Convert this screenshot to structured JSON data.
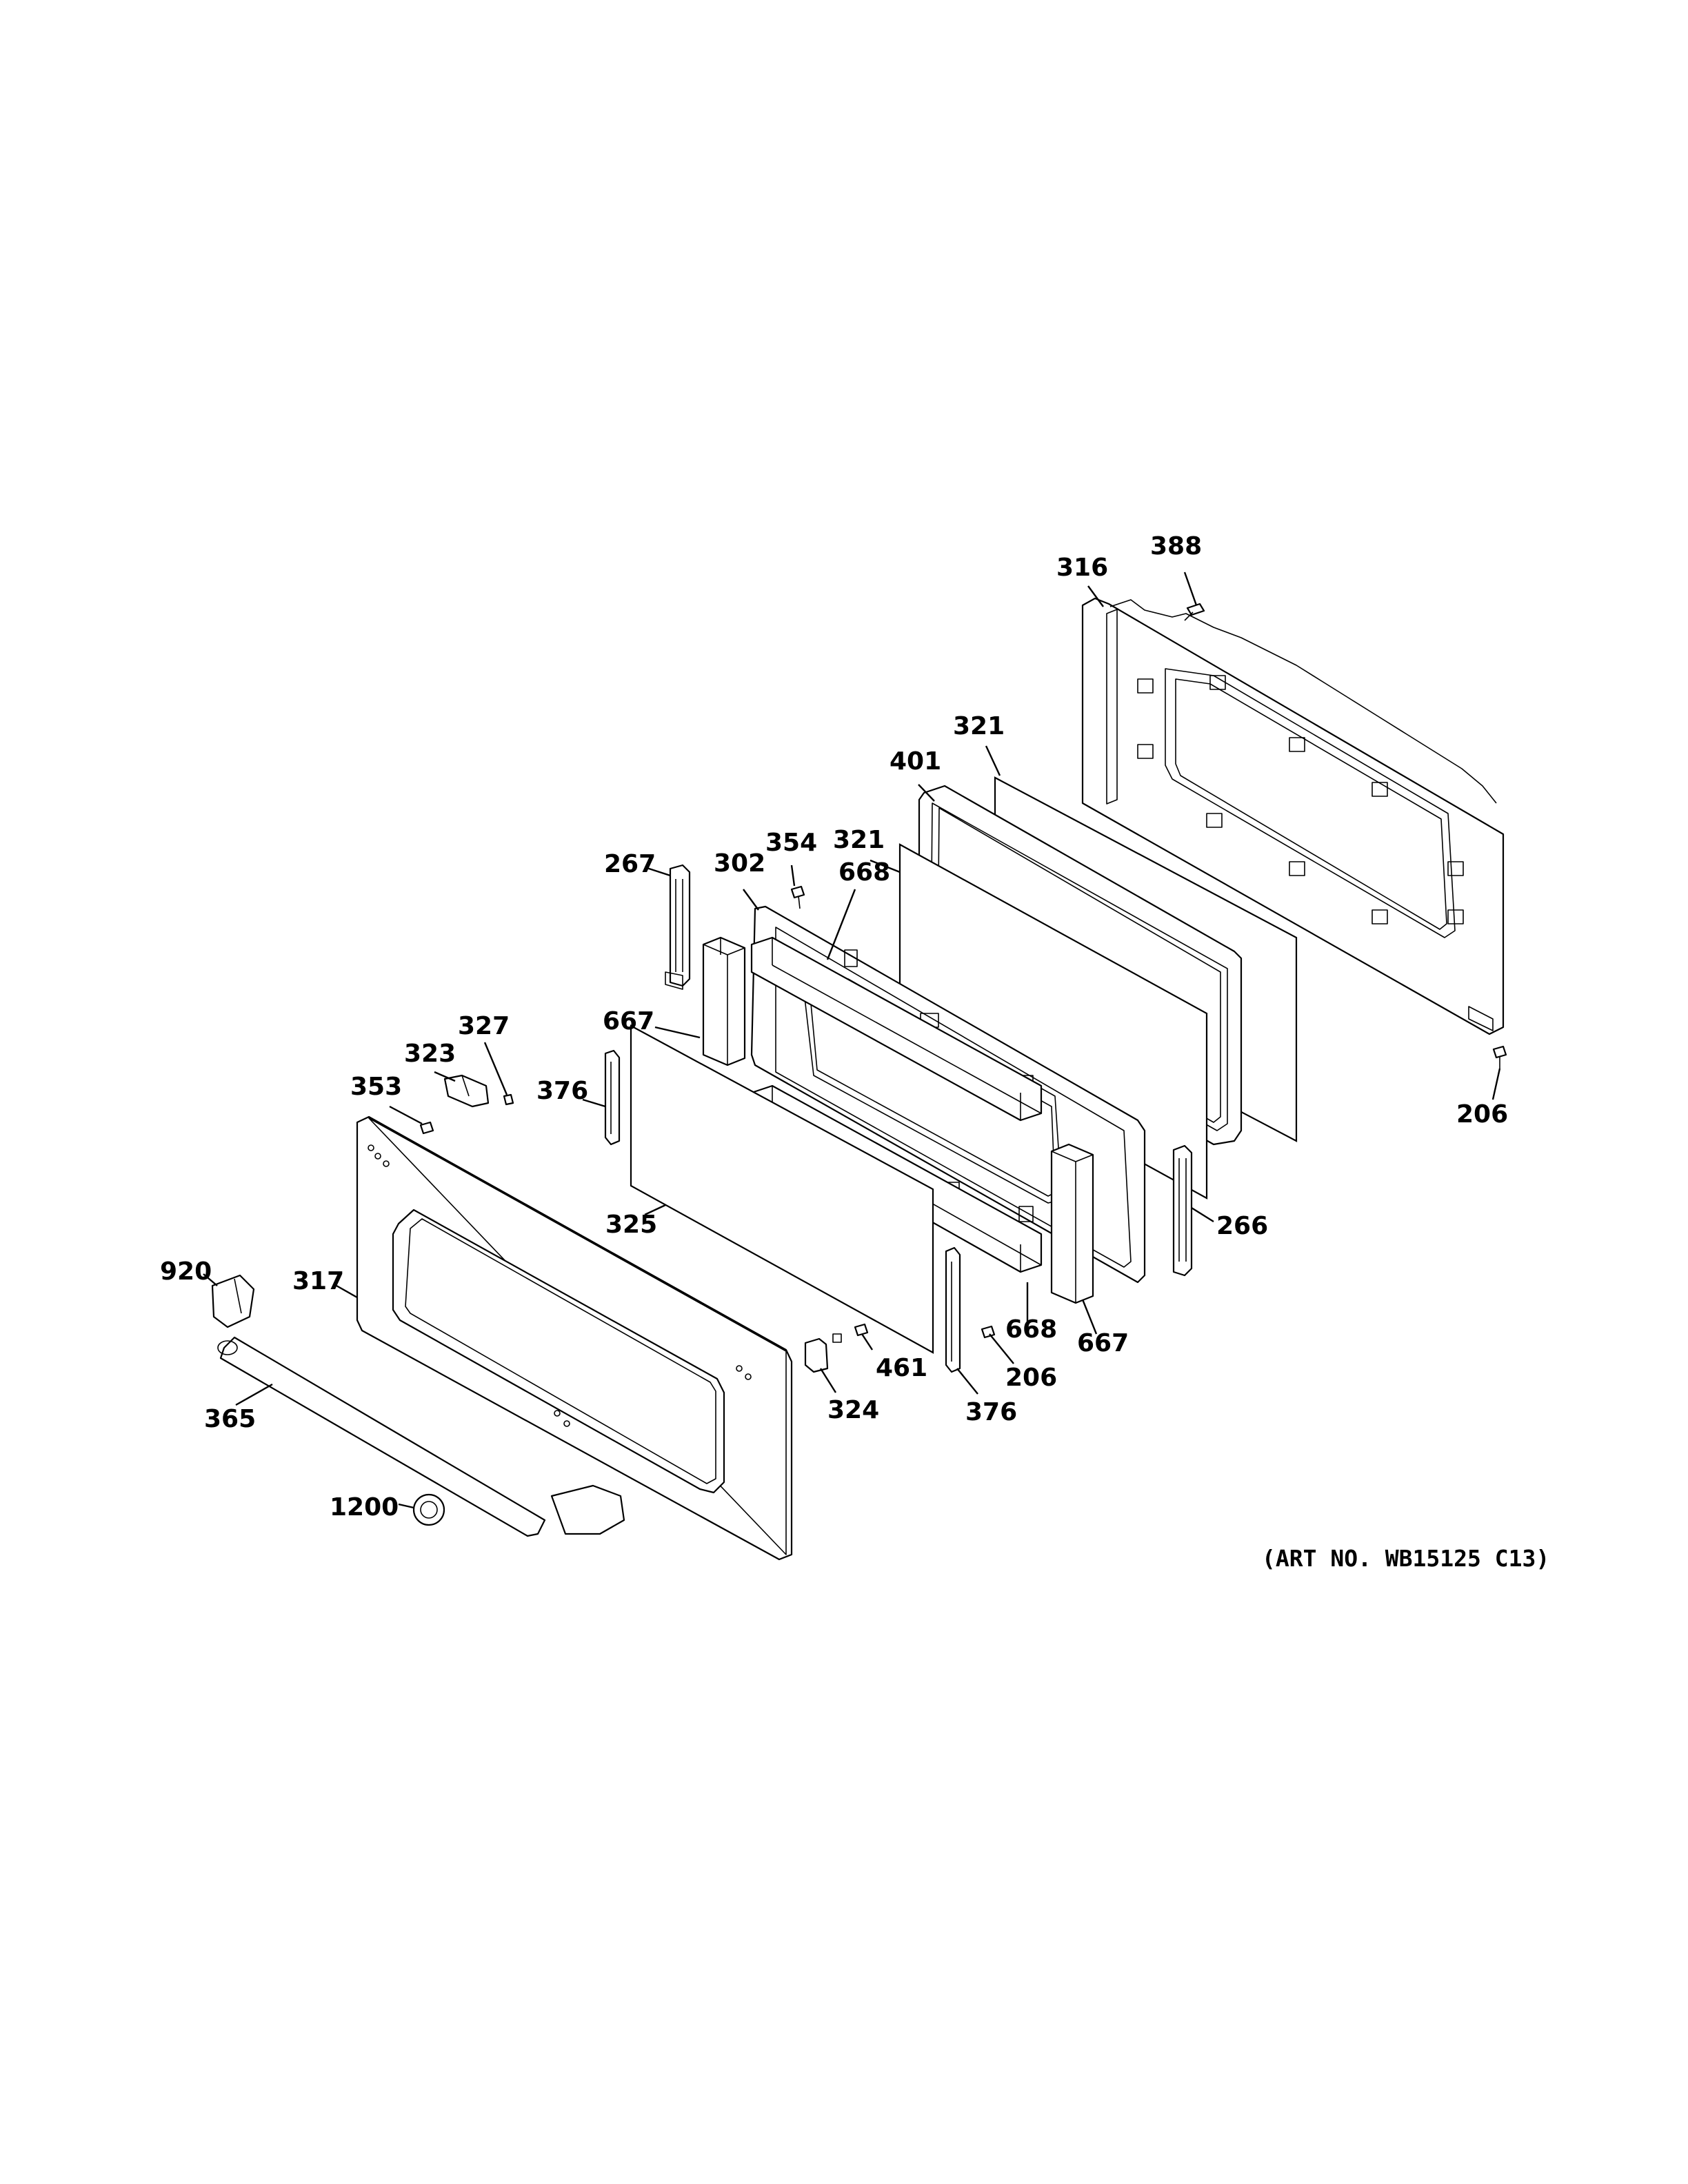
{
  "callouts": {
    "c316": "316",
    "c388": "388",
    "c321a": "321",
    "c401": "401",
    "c354": "354",
    "c321b": "321",
    "c267": "267",
    "c302": "302",
    "c668a": "668",
    "c327": "327",
    "c323": "323",
    "c667a": "667",
    "c353": "353",
    "c376a": "376",
    "c206a": "206",
    "c266": "266",
    "c325": "325",
    "c920": "920",
    "c317": "317",
    "c668b": "668",
    "c667b": "667",
    "c461": "461",
    "c206b": "206",
    "c324": "324",
    "c376b": "376",
    "c365": "365",
    "c1200": "1200"
  },
  "art_number": "(ART NO. WB15125 C13)"
}
